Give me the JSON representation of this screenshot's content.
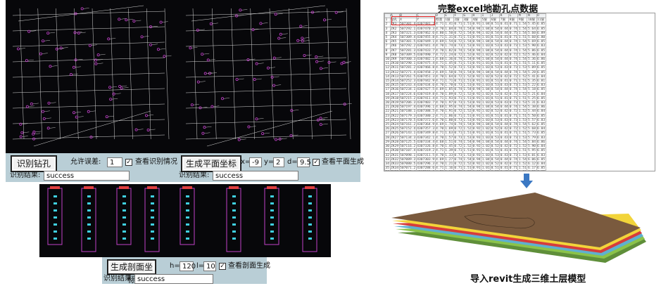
{
  "cad_left": {
    "identify_button": "识别钻孔",
    "tolerance_label": "允许误差:",
    "tolerance_value": "1",
    "view_checkbox_label": "查看识别情况",
    "result_label": "识别结果:",
    "result_value": "success"
  },
  "cad_right": {
    "generate_button": "生成平面坐标",
    "x_label": "x=",
    "x_value": "-9",
    "y_label": "y=",
    "y_value": "2",
    "d_label": "d=",
    "d_value": "9.5",
    "view_checkbox_label": "查看平面生成",
    "result_label": "识别结果:",
    "result_value": "success"
  },
  "section": {
    "generate_button": "生成剖面坐标",
    "h_label": "h=",
    "h_value": "120",
    "l_label": "l=",
    "l_value": "10",
    "view_checkbox_label": "查看剖面生成",
    "result_label": "识别结果:",
    "result_value": "success"
  },
  "excel": {
    "title": "完整excel地勘孔点数据",
    "header": [
      "",
      "A",
      "B",
      "C",
      "D",
      "E",
      "F",
      "G",
      "H",
      "I",
      "J",
      "K",
      "L",
      "M",
      "N",
      "O"
    ],
    "rows": [
      [
        "1",
        "钻孔",
        "X",
        "Y",
        "标高",
        "1层",
        "2层",
        "3层",
        "4层",
        "5层",
        "6层",
        "7层",
        "8层",
        "9层",
        "10层",
        "11层"
      ],
      [
        "2",
        "ZK1",
        "507301.4",
        "4307481.2",
        "4.71",
        "1.41",
        "0.71",
        "1.51",
        "0.91",
        "1.04",
        "0.51",
        "0.41",
        "0.71",
        "1.54",
        "5.45",
        "6.85"
      ],
      [
        "3",
        "ZK2",
        "507292.1",
        "4307470.3",
        "4.70",
        "1.04",
        "0.74",
        "1.54",
        "0.94",
        "1.04",
        "0.54",
        "0.44",
        "0.74",
        "1.54",
        "5.64",
        "6.85"
      ],
      [
        "4",
        "ZK3",
        "507321.3",
        "4307462.6",
        "4.80",
        "1.50",
        "0.72",
        "1.54",
        "0.94",
        "1.02",
        "0.54",
        "0.44",
        "0.75",
        "1.54",
        "5.60",
        "6.89"
      ],
      [
        "5",
        "ZK4",
        "507309.4",
        "4307455.8",
        "4.71",
        "1.31",
        "0.71",
        "1.51",
        "0.91",
        "1.01",
        "0.51",
        "0.41",
        "0.71",
        "1.51",
        "5.60",
        "6.80"
      ],
      [
        "6",
        "ZK5",
        "507301.5",
        "4307449.1",
        "4.69",
        "1.54",
        "0.72",
        "1.54",
        "0.94",
        "1.04",
        "0.54",
        "0.44",
        "0.74",
        "1.54",
        "5.69",
        "6.85"
      ],
      [
        "7",
        "ZK6",
        "507292.2",
        "4307441.4",
        "4.70",
        "1.74",
        "0.73",
        "1.53",
        "0.93",
        "1.03",
        "0.53",
        "0.43",
        "0.73",
        "1.53",
        "5.90",
        "6.83"
      ],
      [
        "8",
        "ZK7",
        "507281.3",
        "4307433.7",
        "4.70",
        "1.82",
        "0.74",
        "1.54",
        "0.94",
        "1.04",
        "0.54",
        "0.44",
        "0.74",
        "1.54",
        "5.86",
        "6.85"
      ],
      [
        "9",
        "ZK8",
        "507309.5",
        "4307490.7",
        "4.72",
        "1.24",
        "0.72",
        "1.52",
        "0.92",
        "1.02",
        "0.52",
        "0.42",
        "0.72",
        "1.52",
        "5.46",
        "6.84"
      ],
      [
        "10",
        "ZK9",
        "507300.3",
        "4307482.1",
        "4.68",
        "1.36",
        "0.74",
        "1.54",
        "0.94",
        "1.04",
        "0.54",
        "0.44",
        "0.74",
        "1.54",
        "5.36",
        "6.86"
      ],
      [
        "11",
        "ZK10",
        "507290.1",
        "4307475.4",
        "4.71",
        "1.45",
        "0.71",
        "1.51",
        "0.91",
        "1.01",
        "0.51",
        "0.41",
        "0.71",
        "1.51",
        "5.11",
        "6.85"
      ],
      [
        "12",
        "ZK11",
        "507281.2",
        "4307466.8",
        "4.70",
        "1.52",
        "0.73",
        "1.53",
        "0.93",
        "1.03",
        "0.53",
        "0.43",
        "0.73",
        "1.53",
        "5.09",
        "6.85"
      ],
      [
        "13",
        "ZK12",
        "507271.4",
        "4307458.2",
        "4.69",
        "1.58",
        "0.74",
        "1.54",
        "0.94",
        "1.04",
        "0.54",
        "0.44",
        "0.74",
        "1.54",
        "5.28",
        "6.85"
      ],
      [
        "14",
        "ZK13",
        "507261.5",
        "4307451.3",
        "4.70",
        "1.64",
        "0.72",
        "1.52",
        "0.92",
        "1.02",
        "0.52",
        "0.42",
        "0.72",
        "1.52",
        "5.41",
        "6.84"
      ],
      [
        "15",
        "ZK14",
        "507252.3",
        "4307442.9",
        "4.71",
        "1.71",
        "0.71",
        "1.51",
        "0.91",
        "1.01",
        "0.51",
        "0.41",
        "0.71",
        "1.51",
        "5.35",
        "6.81"
      ],
      [
        "16",
        "ZK15",
        "507243.4",
        "4307434.6",
        "4.70",
        "1.78",
        "0.73",
        "1.53",
        "0.93",
        "1.03",
        "0.53",
        "0.43",
        "0.73",
        "1.53",
        "5.22",
        "6.83"
      ],
      [
        "17",
        "ZK16",
        "507234.1",
        "4307427.5",
        "4.69",
        "1.85",
        "0.74",
        "1.54",
        "0.94",
        "1.04",
        "0.54",
        "0.44",
        "0.74",
        "1.54",
        "5.18",
        "6.85"
      ],
      [
        "18",
        "ZK17",
        "507224.6",
        "4307419.8",
        "4.70",
        "1.89",
        "0.72",
        "1.52",
        "0.92",
        "1.02",
        "0.52",
        "0.42",
        "0.72",
        "1.52",
        "5.21",
        "6.84"
      ],
      [
        "19",
        "ZK18",
        "507215.2",
        "4307411.4",
        "4.71",
        "1.93",
        "0.71",
        "1.51",
        "0.91",
        "1.01",
        "0.51",
        "0.41",
        "0.71",
        "1.51",
        "5.25",
        "6.85"
      ],
      [
        "20",
        "ZK19",
        "507206.3",
        "4307403.7",
        "4.70",
        "1.97",
        "0.73",
        "1.53",
        "0.93",
        "1.03",
        "0.53",
        "0.43",
        "0.73",
        "1.53",
        "5.31",
        "6.83"
      ],
      [
        "21",
        "ZK20",
        "507197.4",
        "4307396.1",
        "4.68",
        "1.95",
        "0.74",
        "1.54",
        "0.94",
        "1.04",
        "0.54",
        "0.44",
        "0.74",
        "1.54",
        "5.38",
        "6.86"
      ],
      [
        "22",
        "ZK21",
        "507188.1",
        "4307388.5",
        "4.70",
        "1.91",
        "0.72",
        "1.52",
        "0.92",
        "1.02",
        "0.52",
        "0.42",
        "0.72",
        "1.52",
        "5.44",
        "6.84"
      ],
      [
        "23",
        "ZK22",
        "507179.3",
        "4307380.2",
        "4.71",
        "1.86",
        "0.71",
        "1.51",
        "0.91",
        "1.01",
        "0.51",
        "0.41",
        "0.71",
        "1.51",
        "5.50",
        "6.85"
      ],
      [
        "24",
        "ZK23",
        "507170.5",
        "4307372.6",
        "4.70",
        "1.80",
        "0.73",
        "1.53",
        "0.93",
        "1.03",
        "0.53",
        "0.43",
        "0.73",
        "1.53",
        "5.57",
        "6.83"
      ],
      [
        "25",
        "ZK24",
        "507161.2",
        "4307364.9",
        "4.69",
        "1.74",
        "0.74",
        "1.54",
        "0.94",
        "1.04",
        "0.54",
        "0.44",
        "0.74",
        "1.54",
        "5.62",
        "6.85"
      ],
      [
        "26",
        "ZK25",
        "507152.4",
        "4307357.3",
        "4.70",
        "1.69",
        "0.72",
        "1.52",
        "0.92",
        "1.02",
        "0.52",
        "0.42",
        "0.72",
        "1.52",
        "5.68",
        "6.84"
      ],
      [
        "27",
        "ZK26",
        "507143.1",
        "4307349.8",
        "4.71",
        "1.63",
        "0.71",
        "1.51",
        "0.91",
        "1.01",
        "0.51",
        "0.41",
        "0.71",
        "1.51",
        "5.73",
        "6.85"
      ],
      [
        "28",
        "ZK27",
        "507134.3",
        "4307342.1",
        "4.70",
        "1.57",
        "0.73",
        "1.53",
        "0.93",
        "1.03",
        "0.53",
        "0.43",
        "0.73",
        "1.53",
        "5.79",
        "6.83"
      ],
      [
        "29",
        "ZK28",
        "507125.5",
        "4307334.4",
        "4.68",
        "1.51",
        "0.74",
        "1.54",
        "0.94",
        "1.04",
        "0.54",
        "0.44",
        "0.74",
        "1.54",
        "5.84",
        "6.86"
      ],
      [
        "30",
        "ZK29",
        "507116.2",
        "4307326.8",
        "4.70",
        "1.45",
        "0.72",
        "1.52",
        "0.92",
        "1.02",
        "0.52",
        "0.42",
        "0.72",
        "1.52",
        "5.90",
        "6.84"
      ],
      [
        "31",
        "ZK30",
        "507107.4",
        "4307319.2",
        "4.71",
        "1.39",
        "0.71",
        "1.51",
        "0.91",
        "1.01",
        "0.51",
        "0.41",
        "0.71",
        "1.51",
        "5.95",
        "6.85"
      ],
      [
        "32",
        "ZK31",
        "507098.1",
        "4307311.5",
        "4.70",
        "1.33",
        "0.73",
        "1.53",
        "0.93",
        "1.03",
        "0.53",
        "0.43",
        "0.73",
        "1.53",
        "6.01",
        "6.83"
      ],
      [
        "33",
        "ZK32",
        "507089.3",
        "4307303.9",
        "4.69",
        "1.27",
        "0.74",
        "1.54",
        "0.94",
        "1.04",
        "0.54",
        "0.44",
        "0.74",
        "1.54",
        "6.06",
        "6.85"
      ],
      [
        "34",
        "ZK33",
        "507080.5",
        "4307296.3",
        "4.70",
        "1.21",
        "0.72",
        "1.52",
        "0.92",
        "1.02",
        "0.52",
        "0.42",
        "0.72",
        "1.52",
        "6.12",
        "6.84"
      ],
      [
        "35",
        "ZK34",
        "507071.2",
        "4307288.6",
        "4.71",
        "1.16",
        "0.71",
        "1.51",
        "0.91",
        "1.01",
        "0.51",
        "0.41",
        "0.71",
        "1.51",
        "6.17",
        "6.85"
      ],
      [
        "36",
        "ZK35",
        "507062.4",
        "4307281.0",
        "4.70",
        "1.10",
        "0.73",
        "1.53",
        "0.93",
        "1.03",
        "0.53",
        "0.43",
        "0.73",
        "1.53",
        "6.23",
        "6.83"
      ],
      [
        "37",
        "ZK36",
        "507053.1",
        "4307273.4",
        "4.68",
        "1.04",
        "0.74",
        "1.54",
        "0.94",
        "1.04",
        "0.54",
        "0.44",
        "0.74",
        "1.54",
        "6.28",
        "6.86"
      ],
      [
        "38",
        "ZK37",
        "507044.3",
        "4307265.7",
        "4.70",
        "0.98",
        "0.72",
        "1.52",
        "0.92",
        "1.02",
        "0.52",
        "0.42",
        "0.72",
        "1.52",
        "6.34",
        "6.84"
      ],
      [
        "39",
        "ZK38",
        "507035.5",
        "4307258.1",
        "4.71",
        "0.92",
        "0.71",
        "1.51",
        "0.91",
        "1.01",
        "0.51",
        "0.41",
        "0.71",
        "1.51",
        "6.39",
        "6.85"
      ],
      [
        "40",
        "ZK39",
        "507026.2",
        "4307250.4",
        "4.70",
        "0.86",
        "0.73",
        "1.53",
        "0.93",
        "1.03",
        "0.53",
        "0.43",
        "0.73",
        "1.53",
        "6.45",
        "6.83"
      ]
    ]
  },
  "model": {
    "caption": "导入revit生成三维土层模型"
  },
  "colors": {
    "cad_background": "#07070a",
    "cad_line": "#e8e8e8",
    "borehole": "#c040c8",
    "panel": "#b9ced6",
    "arrow": "#3b78c3",
    "highlight": "#e02020",
    "soil_top": "#7a5a3e",
    "soil_yellow": "#f2d43a",
    "soil_red": "#d63c3c",
    "soil_green": "#8bc34a"
  },
  "icons": {
    "arrow": "arrow-down-icon",
    "check": "checkmark-icon"
  }
}
